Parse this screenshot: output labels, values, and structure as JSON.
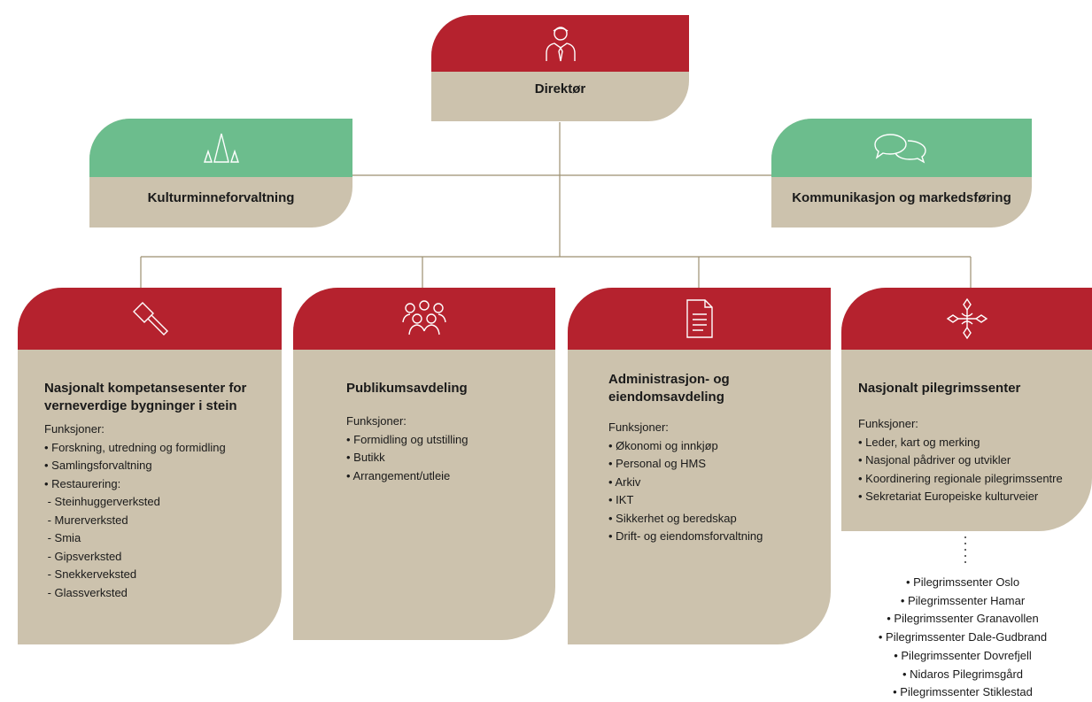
{
  "director": {
    "title": "Direktør",
    "icon": "person-tie-icon"
  },
  "staff": [
    {
      "title": "Kulturminneforvaltning",
      "icon": "spires-icon"
    },
    {
      "title": "Kommunikasjon og markedsføring",
      "icon": "speech-bubbles-icon"
    }
  ],
  "departments": [
    {
      "title_lines": [
        "Nasjonalt kompetansesenter for",
        "verneverdige bygninger i stein"
      ],
      "icon": "hammer-icon",
      "functions_label": "Funksjoner:",
      "items": [
        "• Forskning, utredning og formidling",
        "• Samlingsforvaltning",
        "• Restaurering:",
        " - Steinhuggerverksted",
        " - Murerverksted",
        " - Smia",
        " - Gipsverksted",
        " - Snekkerveksted",
        " - Glassverksted"
      ]
    },
    {
      "title_lines": [
        "Publikumsavdeling"
      ],
      "icon": "people-group-icon",
      "functions_label": "Funksjoner:",
      "items": [
        "• Formidling og utstilling",
        "• Butikk",
        "• Arrangement/utleie"
      ]
    },
    {
      "title_lines": [
        "Administrasjon- og",
        "eiendomsavdeling"
      ],
      "icon": "document-icon",
      "functions_label": "Funksjoner:",
      "items": [
        "• Økonomi og innkjøp",
        "• Personal og HMS",
        "• Arkiv",
        "• IKT",
        "• Sikkerhet og beredskap",
        "• Drift- og eiendomsforvaltning"
      ]
    },
    {
      "title_lines": [
        "Nasjonalt pilegrimssenter"
      ],
      "icon": "pilgrim-cross-icon",
      "functions_label": "Funksjoner:",
      "items": [
        "• Leder, kart og merking",
        "• Nasjonal pådriver og utvikler",
        "• Koordinering regionale pilegrimssentre",
        "• Sekretariat Europeiske kulturveier"
      ]
    }
  ],
  "regional_centres": [
    "• Pilegrimssenter Oslo",
    "• Pilegrimssenter Hamar",
    "• Pilegrimssenter Granavollen",
    "• Pilegrimssenter Dale-Gudbrand",
    "• Pilegrimssenter Dovrefjell",
    "• Nidaros Pilegrimsgård",
    "• Pilegrimssenter Stiklestad"
  ],
  "colors": {
    "red": "#b5222e",
    "green": "#6cbd8d",
    "beige": "#ccc2ad",
    "line": "#9c8f70"
  }
}
